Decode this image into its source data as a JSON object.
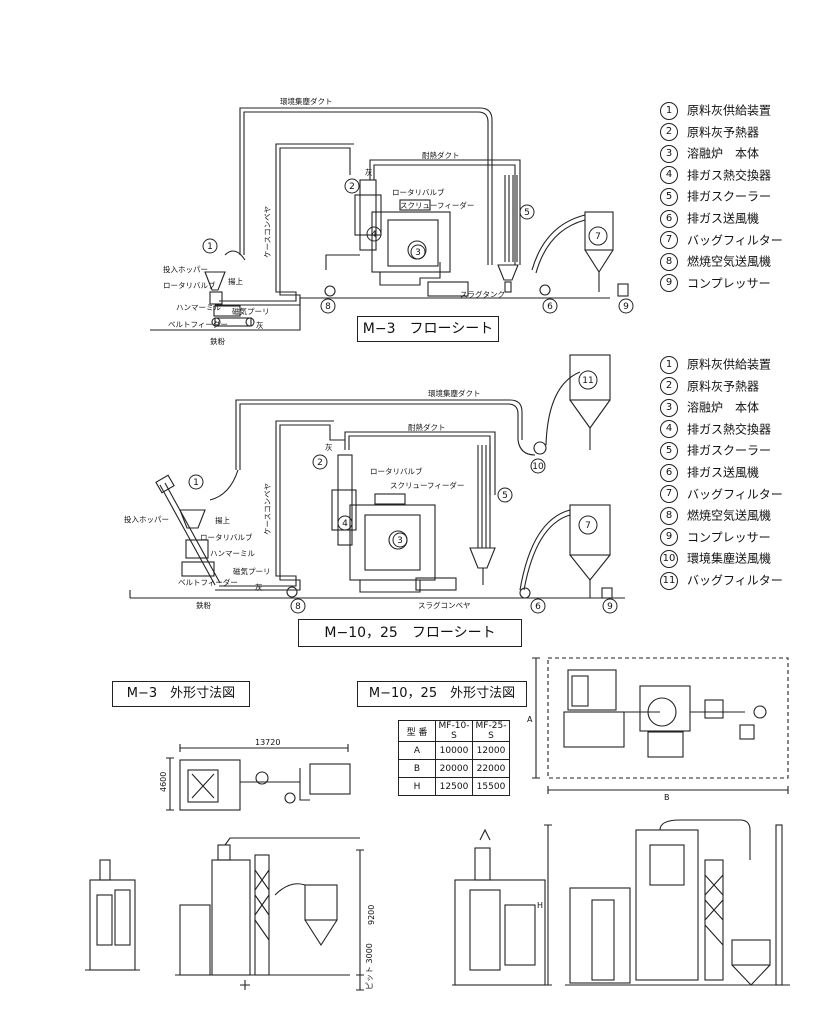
{
  "flowsheet_top": {
    "title": "M−3　フローシート",
    "legend": [
      {
        "num": "1",
        "label": "原料灰供給装置"
      },
      {
        "num": "2",
        "label": "原料灰予熱器"
      },
      {
        "num": "3",
        "label": "溶融炉　本体"
      },
      {
        "num": "4",
        "label": "排ガス熱交換器"
      },
      {
        "num": "5",
        "label": "排ガスクーラー"
      },
      {
        "num": "6",
        "label": "排ガス送風機"
      },
      {
        "num": "7",
        "label": "バッグフィルター"
      },
      {
        "num": "8",
        "label": "燃焼空気送風機"
      },
      {
        "num": "9",
        "label": "コンプレッサー"
      }
    ],
    "labels": {
      "duct_env": "環境集塵ダクト",
      "duct_heat": "耐熱ダクト",
      "ash": "灰",
      "rotary_valve": "ロータリバルブ",
      "screw_feeder": "スクリューフィーダー",
      "hopper": "投入ホッパー",
      "rotary_valve2": "ロータリバルブ",
      "lift": "揚上",
      "hammer_mill": "ハンマーミル",
      "pulley": "磁気プーリ",
      "ash2": "灰",
      "belt_feeder": "ベルトフィーダー",
      "iron": "鉄粉",
      "case_conveyor": "ケースコンベヤ",
      "slag_tank": "スラグタンク"
    }
  },
  "flowsheet_mid": {
    "title": "M−10，25　フローシート",
    "legend": [
      {
        "num": "1",
        "label": "原料灰供給装置"
      },
      {
        "num": "2",
        "label": "原料灰予熱器"
      },
      {
        "num": "3",
        "label": "溶融炉　本体"
      },
      {
        "num": "4",
        "label": "排ガス熱交換器"
      },
      {
        "num": "5",
        "label": "排ガスクーラー"
      },
      {
        "num": "6",
        "label": "排ガス送風機"
      },
      {
        "num": "7",
        "label": "バッグフィルター"
      },
      {
        "num": "8",
        "label": "燃焼空気送風機"
      },
      {
        "num": "9",
        "label": "コンプレッサー"
      },
      {
        "num": "10",
        "label": "環境集塵送風機"
      },
      {
        "num": "11",
        "label": "バッグフィルター"
      }
    ],
    "labels": {
      "duct_env": "環境集塵ダクト",
      "duct_heat": "耐熱ダクト",
      "ash": "灰",
      "rotary_valve": "ロータリバルブ",
      "screw_feeder": "スクリューフィーダー",
      "hopper": "投入ホッパー",
      "lift": "揚上",
      "rotary_valve2": "ロータリバルブ",
      "hammer_mill": "ハンマーミル",
      "pulley": "磁気プーリ",
      "ash2": "灰",
      "belt_feeder": "ベルトフィーダー",
      "iron": "鉄粉",
      "case_conveyor": "ケースコンベヤ",
      "slag_conveyor": "スラグコンベヤ"
    }
  },
  "dims_m3": {
    "title": "M−3　外形寸法図",
    "width_dim": "13720",
    "depth_dim": "4600",
    "height_dim": "9200",
    "pit_dim": "ピット 3000"
  },
  "dims_m1025": {
    "title": "M−10，25　外形寸法図",
    "dim_a": "A",
    "dim_b": "B",
    "dim_h": "H",
    "table": {
      "headers": [
        "型 番",
        "MF-10-S",
        "MF-25-S"
      ],
      "rows": [
        [
          "A",
          "10000",
          "12000"
        ],
        [
          "B",
          "20000",
          "22000"
        ],
        [
          "H",
          "12500",
          "15500"
        ]
      ]
    }
  }
}
